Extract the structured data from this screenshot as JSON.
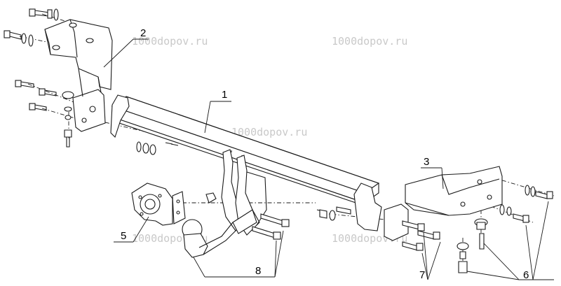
{
  "callouts": {
    "c1": "1",
    "c2": "2",
    "c3": "3",
    "c5": "5",
    "c6": "6",
    "c7": "7",
    "c8": "8"
  },
  "watermarks": {
    "w1": "1000dopov.ru",
    "w2": "1000dopov.ru",
    "w3": "1000dopov.ru",
    "w4": "1000dopov.ru",
    "w5": "1000dopov.ru"
  }
}
